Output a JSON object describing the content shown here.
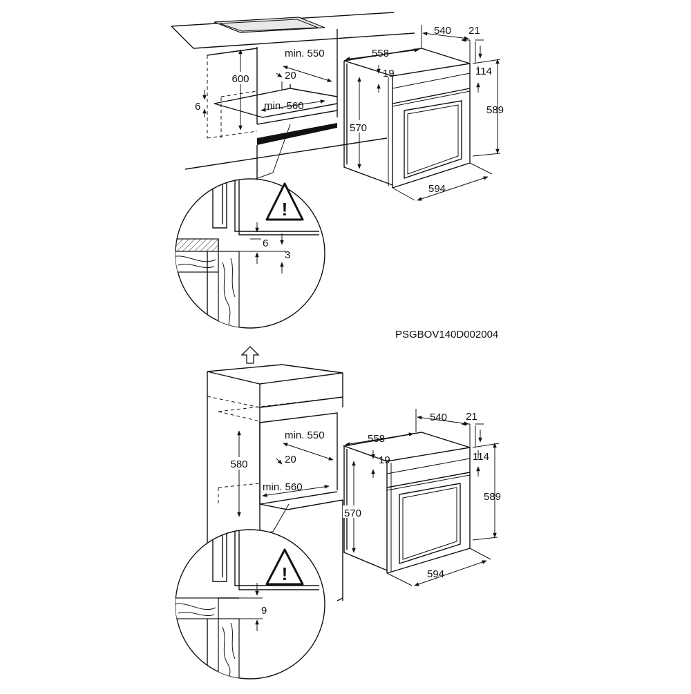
{
  "diagram_code": "PSGBOV140D002004",
  "warning_symbol": "!",
  "top": {
    "niche": {
      "height": "600",
      "depth": "min. 550",
      "gap": "20",
      "width": "min. 560",
      "side_gap": "6"
    },
    "oven": {
      "depth": "540",
      "door_thickness": "21",
      "body_depth": "558",
      "top_offset": "19",
      "panel_height": "114",
      "front_height": "589",
      "body_height": "570",
      "width": "594"
    },
    "detail": {
      "gap_upper": "6",
      "gap_lower": "3"
    }
  },
  "bottom": {
    "niche": {
      "height": "580",
      "depth": "min. 550",
      "gap": "20",
      "width": "min. 560"
    },
    "oven": {
      "depth": "540",
      "door_thickness": "21",
      "body_depth": "558",
      "top_offset": "19",
      "panel_height": "114",
      "front_height": "589",
      "body_height": "570",
      "width": "594"
    },
    "detail": {
      "gap": "9"
    }
  },
  "icons": [
    "warning-triangle-icon",
    "up-arrow-icon"
  ]
}
